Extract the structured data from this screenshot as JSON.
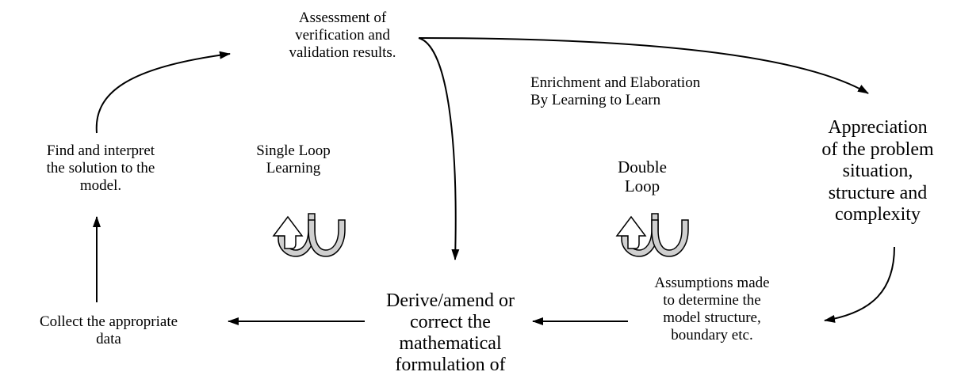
{
  "nodes": {
    "assessment": [
      "Assessment of",
      "verification and",
      "validation results."
    ],
    "enrichment": [
      "Enrichment and Elaboration",
      "By Learning to Learn"
    ],
    "appreciation": [
      "Appreciation",
      "of the problem",
      "situation,",
      "structure and",
      "complexity"
    ],
    "find": [
      "Find and interpret",
      "the solution to the",
      "model."
    ],
    "single_loop": [
      "Single Loop",
      "Learning"
    ],
    "double_loop": [
      "Double",
      "Loop"
    ],
    "derive": [
      "Derive/amend or",
      "correct the",
      "mathematical",
      "formulation of"
    ],
    "assumptions": [
      "Assumptions made",
      "to determine the",
      "model structure,",
      "boundary etc."
    ],
    "collect": [
      "Collect the appropriate",
      "data"
    ]
  },
  "colors": {
    "stroke": "#000000",
    "loop_fill": "#d0d0d0"
  },
  "icons": [
    "u-turn-arrow-icon",
    "u-turn-arrow-icon"
  ]
}
